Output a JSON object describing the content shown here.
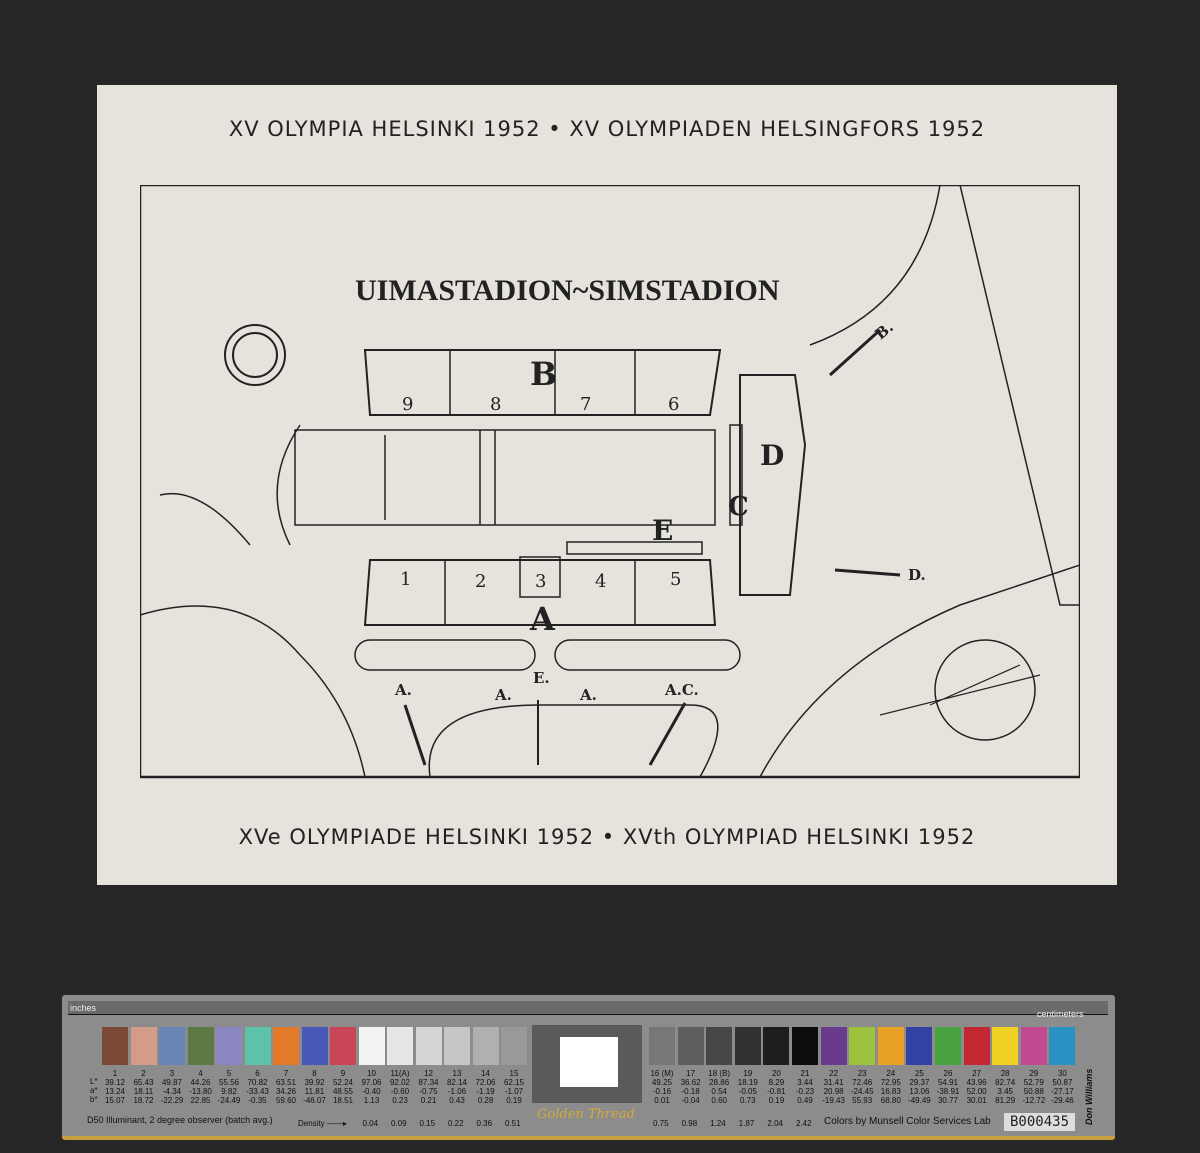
{
  "ticket": {
    "top_title": "XV OLYMPIA HELSINKI 1952 • XV OLYMPIADEN HELSINGFORS 1952",
    "bottom_title": "XVe OLYMPIADE HELSINKI 1952 • XVth OLYMPIAD HELSINKI 1952",
    "map": {
      "title": "UIMASTADION~SIMSTADION",
      "stands": {
        "A": "A",
        "B": "B",
        "C": "C",
        "D": "D",
        "E": "E"
      },
      "sections": [
        "1",
        "2",
        "3",
        "4",
        "5",
        "6",
        "7",
        "8",
        "9"
      ],
      "entrances": [
        "B.",
        "D.",
        "A.",
        "A.",
        "E.",
        "A.",
        "A.C."
      ]
    }
  },
  "color_target": {
    "inches_label": "inches",
    "centimeters_label": "centimeters",
    "patch_numbers": [
      "1",
      "2",
      "3",
      "4",
      "5",
      "6",
      "7",
      "8",
      "9",
      "10",
      "11(A)",
      "12",
      "13",
      "14",
      "15",
      "16 (M)",
      "17",
      "18 (B)",
      "19",
      "20",
      "21",
      "22",
      "23",
      "24",
      "25",
      "26",
      "27",
      "28",
      "29",
      "30"
    ],
    "patch_colors": [
      "#7b4a36",
      "#d49b8a",
      "#6985b8",
      "#5e7a44",
      "#8a86c2",
      "#5cc2aa",
      "#e27a2a",
      "#4a58b8",
      "#c84658",
      "#f2f2f0",
      "#e6e6e4",
      "#d6d6d4",
      "#c6c6c4",
      "#b0b0ae",
      "#999997",
      "#777775",
      "#5e5e5c",
      "#474745",
      "#323231",
      "#1e1e1e",
      "#0d0d0d",
      "#6a3a8c",
      "#9cc23e",
      "#eaa226",
      "#3242a2",
      "#48a242",
      "#c22832",
      "#f0d022",
      "#c24a92",
      "#2a92c2"
    ],
    "L": [
      "39.12",
      "65.43",
      "49.87",
      "44.26",
      "55.56",
      "70.82",
      "63.51",
      "39.92",
      "52.24",
      "97.06",
      "92.02",
      "87.34",
      "82.14",
      "72.06",
      "62.15",
      "49.25",
      "36.62",
      "28.86",
      "18.19",
      "8.29",
      "3.44",
      "31.41",
      "72.46",
      "72.95",
      "29.37",
      "54.91",
      "43.96",
      "82.74",
      "52.79",
      "50.87"
    ],
    "a": [
      "13.24",
      "18.11",
      "-4.34",
      "-13.80",
      "9.82",
      "-33.43",
      "34.26",
      "11.81",
      "48.55",
      "-0.40",
      "-0.60",
      "-0.75",
      "-1.06",
      "-1.19",
      "-1.07",
      "-0.16",
      "-0.18",
      "0.54",
      "-0.05",
      "-0.81",
      "-0.23",
      "20.98",
      "-24.45",
      "16.83",
      "13.06",
      "-38.91",
      "52.00",
      "3.45",
      "50.88",
      "-27.17"
    ],
    "b": [
      "15.07",
      "18.72",
      "-22.29",
      "22.85",
      "-24.49",
      "-0.35",
      "59.60",
      "-46.07",
      "18.51",
      "1.13",
      "0.23",
      "0.21",
      "0.43",
      "0.28",
      "0.19",
      "0.01",
      "-0.04",
      "0.60",
      "0.73",
      "0.19",
      "0.49",
      "-19.43",
      "55.93",
      "68.80",
      "-49.49",
      "30.77",
      "30.01",
      "81.29",
      "-12.72",
      "-29.46"
    ],
    "density_label": "Density ——▸",
    "density": [
      "0.04",
      "0.09",
      "0.15",
      "0.22",
      "0.36",
      "0.51",
      "0.75",
      "0.98",
      "1.24",
      "1.87",
      "2.04",
      "2.42"
    ],
    "illuminant_note": "D50 Illuminant, 2 degree observer (batch avg.)",
    "credit": "Colors by Munsell Color Services Lab",
    "brand": "Golden Thread",
    "maker": "Don Williams",
    "serial": "B000435",
    "row_labels": [
      "L*",
      "a*",
      "b*"
    ]
  }
}
